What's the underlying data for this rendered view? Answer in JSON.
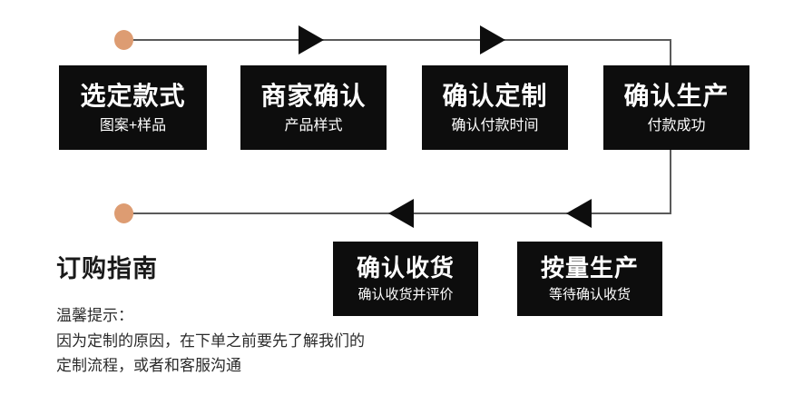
{
  "diagram": {
    "flow_steps": [
      {
        "title": "选定款式",
        "subtitle": "图案+样品"
      },
      {
        "title": "商家确认",
        "subtitle": "产品样式"
      },
      {
        "title": "确认定制",
        "subtitle": "确认付款时间"
      },
      {
        "title": "确认生产",
        "subtitle": "付款成功"
      },
      {
        "title": "确认收货",
        "subtitle": "确认收货并评价"
      },
      {
        "title": "按量生产",
        "subtitle": "等待确认收货"
      }
    ],
    "connectors": {
      "top_arrow_1": "arrow-right",
      "top_arrow_2": "arrow-right",
      "bottom_arrow_1": "arrow-left",
      "bottom_arrow_2": "arrow-left",
      "start_dot": "start-dot",
      "end_dot": "end-dot"
    }
  },
  "guide": {
    "heading": "订购指南",
    "lines": [
      "温馨提示：",
      "因为定制的原因，在下单之前要先了解我们的",
      "定制流程，或者和客服沟通"
    ]
  },
  "colors": {
    "box_fill": "#0d0d0d",
    "box_text": "#ffffff",
    "line": "#5a5a5a",
    "dot": "#dd9c72",
    "arrow": "#0d0d0d",
    "background": "#ffffff"
  }
}
